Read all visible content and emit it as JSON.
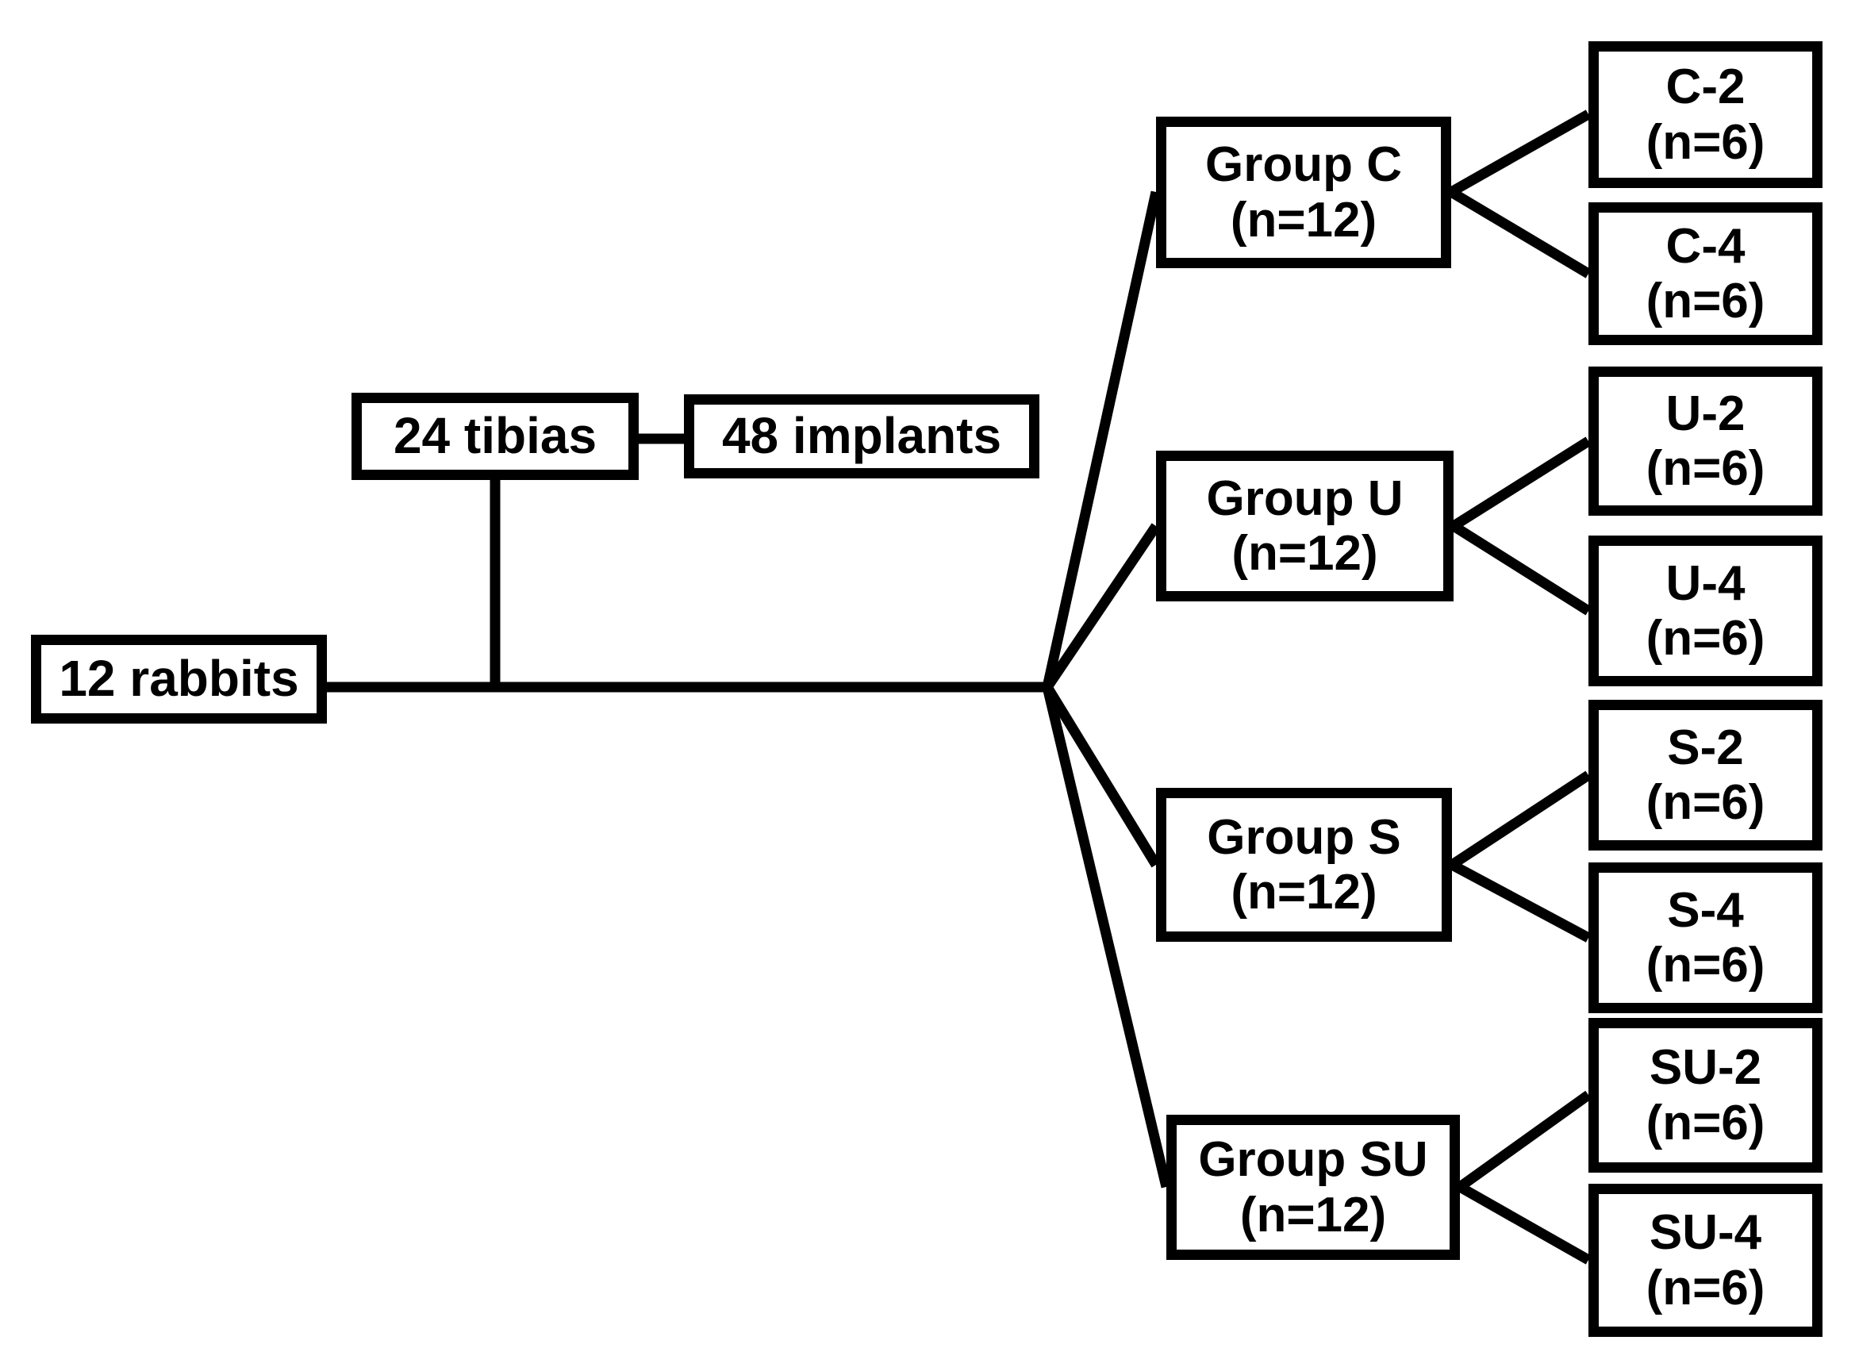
{
  "colors": {
    "background": "#ffffff",
    "box_fill": "#ffffff",
    "box_border": "#000000",
    "line": "#000000",
    "text": "#000000"
  },
  "nodes": {
    "rabbits": {
      "label": "12 rabbits"
    },
    "tibias": {
      "label": "24 tibias"
    },
    "implants": {
      "label": "48 implants"
    },
    "groups": [
      {
        "label": "Group C",
        "count": "(n=12)",
        "children": [
          {
            "label": "C-2",
            "count": "(n=6)"
          },
          {
            "label": "C-4",
            "count": "(n=6)"
          }
        ]
      },
      {
        "label": "Group U",
        "count": "(n=12)",
        "children": [
          {
            "label": "U-2",
            "count": "(n=6)"
          },
          {
            "label": "U-4",
            "count": "(n=6)"
          }
        ]
      },
      {
        "label": "Group S",
        "count": "(n=12)",
        "children": [
          {
            "label": "S-2",
            "count": "(n=6)"
          },
          {
            "label": "S-4",
            "count": "(n=6)"
          }
        ]
      },
      {
        "label": "Group SU",
        "count": "(n=12)",
        "children": [
          {
            "label": "SU-2",
            "count": "(n=6)"
          },
          {
            "label": "SU-4",
            "count": "(n=6)"
          }
        ]
      }
    ]
  },
  "edges": [
    "12 rabbits - 24 tibias",
    "24 tibias - 48 implants",
    "12 rabbits - Group C",
    "12 rabbits - Group U",
    "12 rabbits - Group S",
    "12 rabbits - Group SU",
    "Group C - C-2",
    "Group C - C-4",
    "Group U - U-2",
    "Group U - U-4",
    "Group S - S-2",
    "Group S - S-4",
    "Group SU - SU-2",
    "Group SU - SU-4"
  ]
}
